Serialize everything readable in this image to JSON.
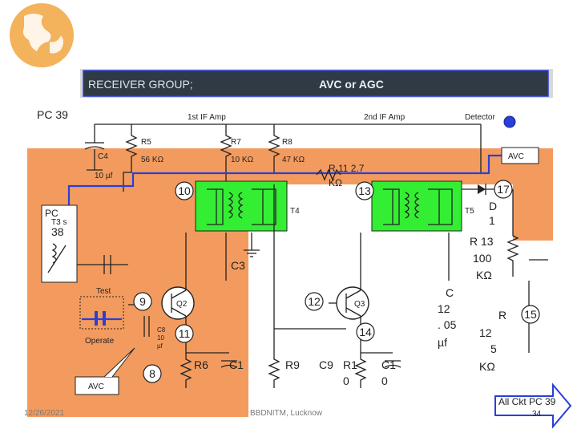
{
  "slide": {
    "title_left": "RECEIVER GROUP;",
    "title_right": "AVC or AGC",
    "pc": "PC 39",
    "stage_1": "1st IF Amp",
    "stage_2": "2nd IF Amp",
    "stage_3": "Detector",
    "avc_tag": "AVC",
    "date": "12/26/2021",
    "footer": "BBDNITM, Lucknow",
    "page": "34",
    "link": "All Ckt PC 39"
  },
  "labels": {
    "c4": "C4",
    "c4_val": "10 µf",
    "r5": "R5",
    "r5_val": "56 KΩ",
    "r7": "R7",
    "r7_val": "10 KΩ",
    "r8": "R8",
    "r8_val": "47 KΩ",
    "r11_a": "R 11 2.7",
    "r11_b": "KΩ",
    "t4": "T4",
    "t5": "T5",
    "pc_a": "PC",
    "pc_b": "T3 s",
    "pc_c": "38",
    "c3": "C3",
    "test": "Test",
    "operate": "Operate",
    "avc": "AVC",
    "c8_a": "C8",
    "c8_b": "10",
    "c8_c": "µf",
    "q2": "Q2",
    "q3": "Q3",
    "r6": "R6",
    "c1a": "C1",
    "r9": "R9",
    "c9": "C9",
    "r10": "R1",
    "c1b": "C1",
    "zero_a": "0",
    "zero_b": "0",
    "d1_a": "D",
    "d1_b": "1",
    "r13_a": "R 13",
    "r13_b": "100",
    "r13_c": "KΩ",
    "c12_a": "C",
    "c12_b": "12",
    "c12_c": ". 05",
    "c12_d": "µf",
    "r12_a": "R",
    "r12_b": "12",
    "r12_c": "5",
    "r12_d": "KΩ"
  },
  "markers": [
    "10",
    "13",
    "17",
    "9",
    "12",
    "11",
    "14",
    "8",
    "15"
  ],
  "colors": {
    "header_fill": "#2f3a44",
    "header_band": "#d8d8d8",
    "orange": "#f39b5e",
    "green": "#33ee33",
    "accent_blue": "#2a3fd8",
    "globe": "#f3b25c"
  }
}
